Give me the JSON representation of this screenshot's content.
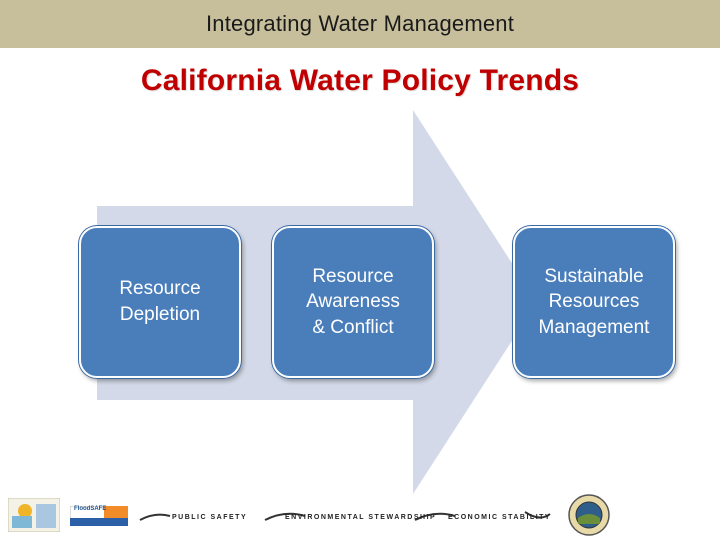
{
  "header": {
    "title": "Integrating Water Management"
  },
  "slide": {
    "title": "California Water Policy Trends"
  },
  "stages": [
    {
      "label": "Resource\nDepletion"
    },
    {
      "label": "Resource\nAwareness\n& Conflict"
    },
    {
      "label": "Sustainable\nResources\nManagement"
    }
  ],
  "footer": {
    "pillar_1": "PUBLIC SAFETY",
    "pillar_2": "ENVIRONMENTAL STEWARDSHIP",
    "pillar_3": "ECONOMIC STABILITY",
    "partner_badge_text": "FloodSAFE"
  },
  "colors": {
    "header_bg": "#c7bf9c",
    "title": "#c00000",
    "arrow": "#d3d9e8",
    "box": "#4a7ebb"
  }
}
